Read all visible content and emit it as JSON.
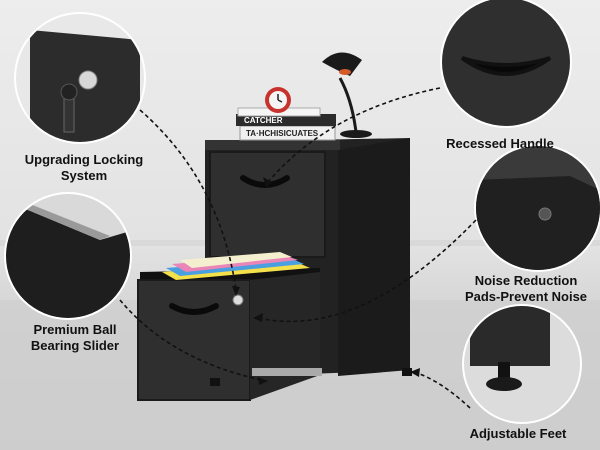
{
  "labels": {
    "lock": "Upgrading Locking System",
    "lock_line1": "Upgrading Locking",
    "lock_line2": "System",
    "handle": "Recessed Handle",
    "noise_line1": "Noise Reduction",
    "noise_line2": "Pads-Prevent Noise",
    "ball_line1": "Premium Ball",
    "ball_line2": "Bearing Slider",
    "feet": "Adjustable Feet"
  },
  "books": {
    "top": "CATCHER",
    "bottom": "TA·HCHISICUATES"
  },
  "colors": {
    "cabinet": "#2b2b2b",
    "folder_yellow": "#f3e04a",
    "folder_blue": "#4a9fe0",
    "folder_pink": "#e985b7",
    "lamp": "#1a1a1a",
    "clock": "#c8322c"
  }
}
